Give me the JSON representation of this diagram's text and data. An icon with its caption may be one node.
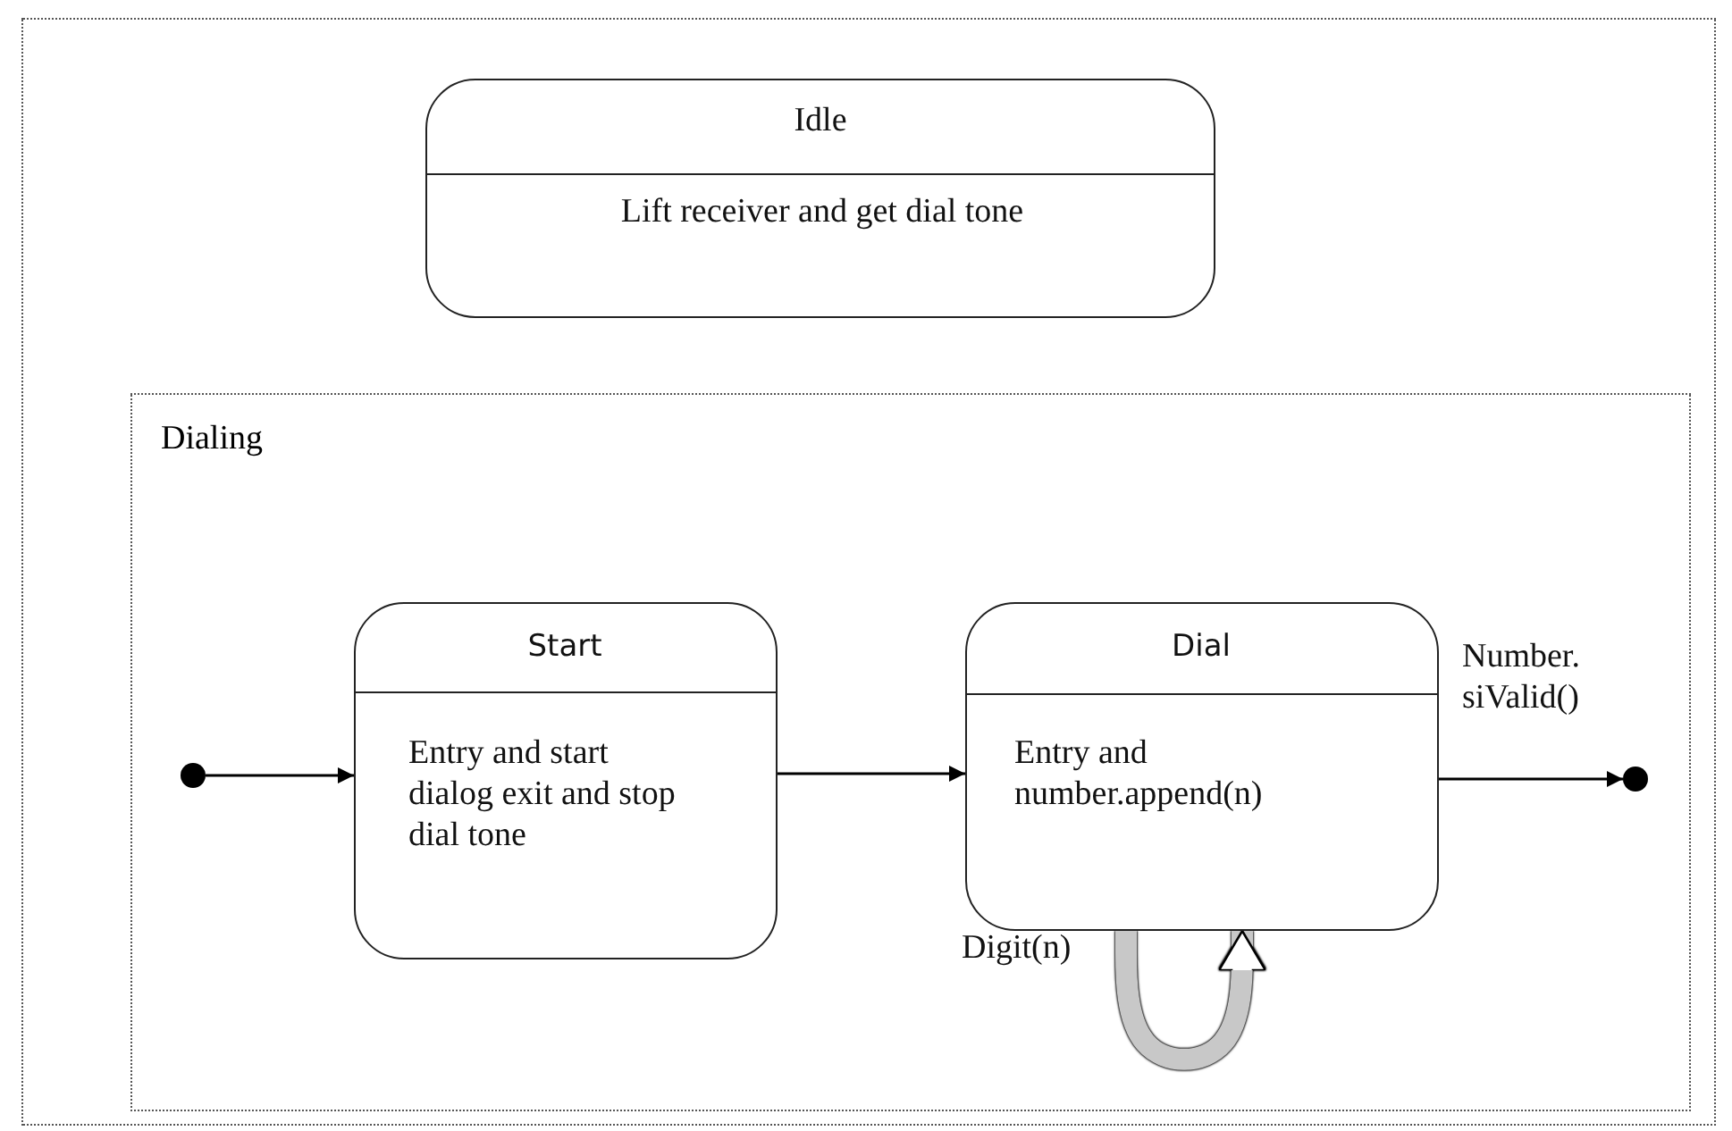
{
  "diagram": {
    "nodes": [
      {
        "text": [
          "Idle",
          "Lift receiver and get dial tone"
        ]
      },
      {
        "text": [
          "Dialing"
        ]
      },
      {
        "text": [],
        "shape": "circle",
        "in": 1
      },
      {
        "text": [
          "Start",
          "Entry and start dialog exit and stop dial tone"
        ],
        "in": 1
      },
      {
        "text": [
          "Dial",
          "Entry and number.append(n)"
        ],
        "in": 1
      },
      {
        "text": [],
        "shape": "circle",
        "in": 1
      }
    ],
    "edges": [
      {
        "from": 2,
        "to": 3,
        "arrow": "to"
      },
      {
        "from": 3,
        "to": 4,
        "arrow": "to"
      },
      {
        "from": 4,
        "to": 5,
        "arrow": "to",
        "label": "Number. siValid()"
      },
      {
        "from": 4,
        "to": 4,
        "arrow": "to",
        "label": "Digit(n)",
        "style": "thick",
        "color": "#c8c8c8"
      }
    ]
  }
}
